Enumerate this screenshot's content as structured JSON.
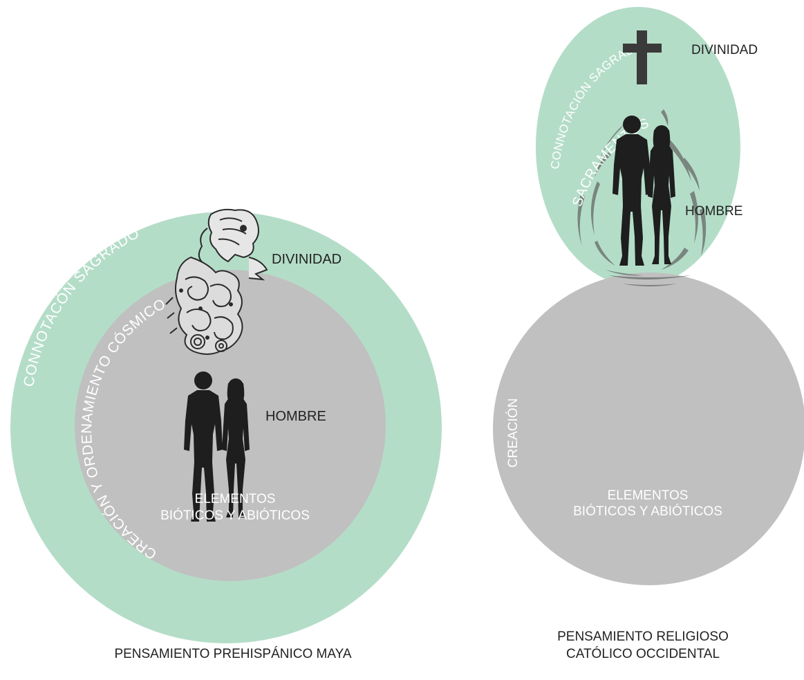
{
  "colors": {
    "sacred_green": "#b4ddc8",
    "cosmos_gray": "#c0c0c0",
    "dark_figure": "#1e1e1e",
    "white_text": "#ffffff",
    "dark_text": "#222222"
  },
  "left_diagram": {
    "caption": "PENSAMIENTO PREHISPÁNICO MAYA",
    "outer_ring_label": "CONNOTACÓN  SAGRADO",
    "inner_ring_label": "CREACIÓN Y ORDENAMIENTO CÓSMICO",
    "divinity_label": "DIVINIDAD",
    "man_label": "HOMBRE",
    "elements_label_line1": "ELEMENTOS",
    "elements_label_line2": "BIÓTICOS Y ABIÓTICOS",
    "divinity_icon": "maya-serpent-deity-icon",
    "people_icon": "man-woman-silhouette-icon"
  },
  "right_diagram": {
    "caption_line1": "PENSAMIENTO RELIGIOSO",
    "caption_line2": "CATÓLICO OCCIDENTAL",
    "oval_label": "CONNOTACIÓN SAGRADA",
    "sacraments_label": "SACRAMENTOS",
    "creation_label": "CREACIÓN",
    "divinity_label": "DIVINIDAD",
    "man_label": "HOMBRE",
    "elements_label_line1": "ELEMENTOS",
    "elements_label_line2": "BIÓTICOS Y ABIÓTICOS",
    "divinity_icon": "latin-cross-icon",
    "people_icon": "man-woman-silhouette-icon"
  }
}
